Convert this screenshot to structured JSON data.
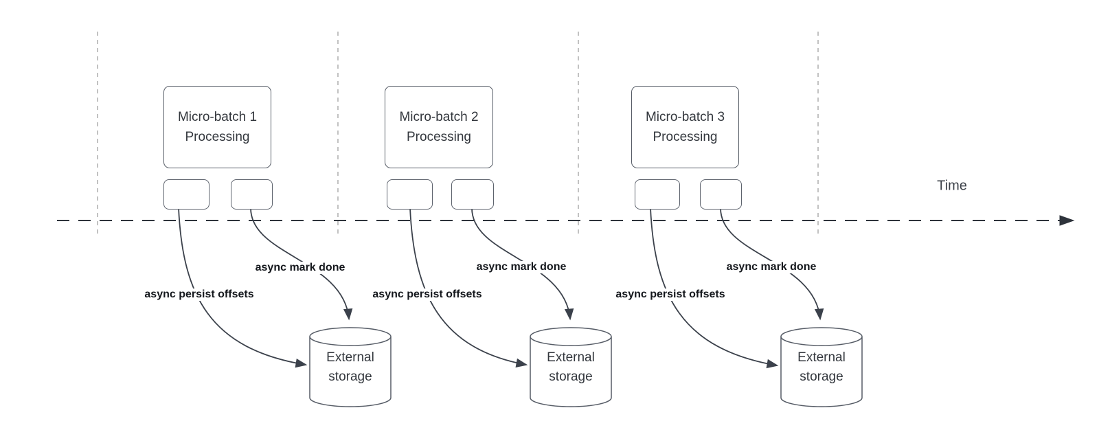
{
  "axis": {
    "label": "Time"
  },
  "groups": [
    {
      "name": "micro-batch-1",
      "box_line1": "Micro-batch 1",
      "box_line2": "Processing",
      "persist_arrow_label": "async persist offsets",
      "mark_done_arrow_label": "async mark done",
      "storage_line1": "External",
      "storage_line2": "storage"
    },
    {
      "name": "micro-batch-2",
      "box_line1": "Micro-batch 2",
      "box_line2": "Processing",
      "persist_arrow_label": "async persist offsets",
      "mark_done_arrow_label": "async mark done",
      "storage_line1": "External",
      "storage_line2": "storage"
    },
    {
      "name": "micro-batch-3",
      "box_line1": "Micro-batch 3",
      "box_line2": "Processing",
      "persist_arrow_label": "async persist offsets",
      "mark_done_arrow_label": "async mark done",
      "storage_line1": "External",
      "storage_line2": "storage"
    }
  ],
  "colors": {
    "axis_line": "#2e333b",
    "connector_line": "#3b414b",
    "shape_stroke": "#565c66",
    "guide_line": "#a9a9a9",
    "edge_label_text": "#14171c",
    "shape_text": "#33373d"
  }
}
